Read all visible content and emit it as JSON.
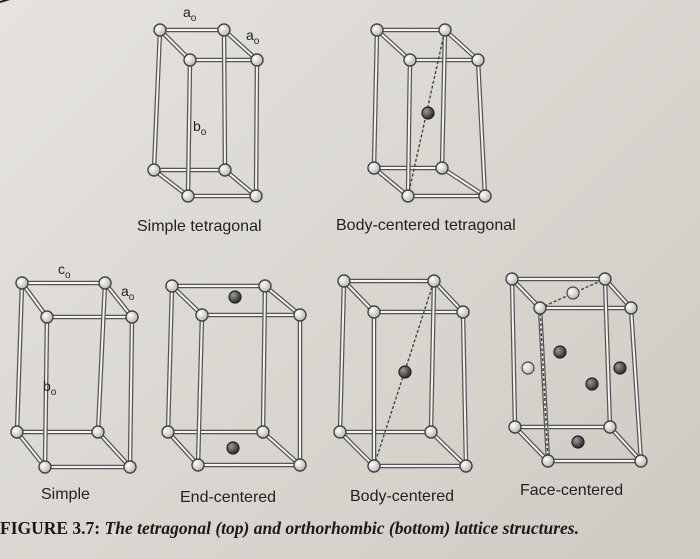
{
  "labels": {
    "simple_tetragonal": "Simple tetragonal",
    "body_centered_tetragonal": "Body-centered tetragonal",
    "simple": "Simple",
    "end_centered": "End-centered",
    "body_centered": "Body-centered",
    "face_centered": "Face-centered"
  },
  "symbols": {
    "a0": "a",
    "b0": "b",
    "c0": "c",
    "subscript": "o"
  },
  "caption": {
    "lead": "FIGURE 3.7:",
    "text": "The tetragonal (top) and orthorhombic (bottom) lattice structures."
  },
  "colors": {
    "rod": "#555555",
    "atom": "#e8e8e6",
    "center_atom": "#4a4a4a"
  }
}
